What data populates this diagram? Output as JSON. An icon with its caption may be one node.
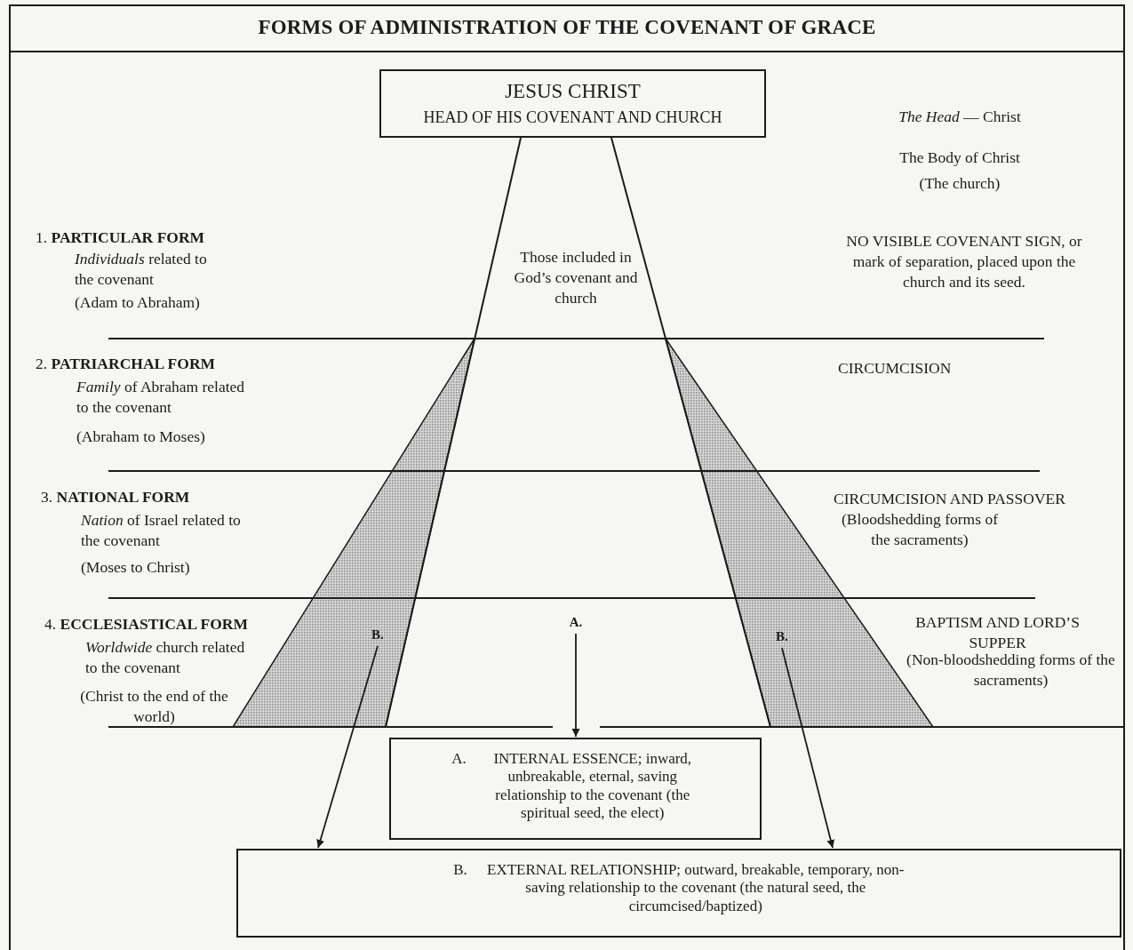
{
  "diagram": {
    "title": "FORMS OF ADMINISTRATION OF THE COVENANT OF GRACE",
    "nodes": [
      {
        "text": [
          "JESUS CHRIST",
          "HEAD OF HIS COVENANT AND CHURCH"
        ]
      },
      {
        "text": [
          "A."
        ]
      },
      {
        "text": [
          "B."
        ]
      },
      {
        "text": [
          "B."
        ]
      },
      {
        "text": [
          "A.",
          "INTERNAL ESSENCE; inward, unbreakable, eternal, saving relationship to the covenant (the spiritual seed, the elect)"
        ]
      },
      {
        "text": [
          "B.",
          "EXTERNAL RELATIONSHIP; outward, breakable, temporary, non-saving relationship to the covenant (the natural seed, the circumcised/baptized)"
        ]
      }
    ],
    "edges": [
      {
        "from": 1,
        "to": 4,
        "arrow": "to"
      },
      {
        "from": 2,
        "to": 5,
        "arrow": "to"
      },
      {
        "from": 3,
        "to": 5,
        "arrow": "to"
      }
    ],
    "labels": [
      "Those included in God’s covenant and church",
      "1. **PARTICULAR FORM**",
      "*Individuals* related to the covenant",
      "(Adam to Abraham)",
      "2. **PATRIARCHAL FORM**",
      "*Family* of Abraham related to the covenant",
      "(Abraham to Moses)",
      "3. **NATIONAL FORM**",
      "*Nation* of Israel related to the covenant",
      "(Moses to Christ)",
      "4. **ECCLESIASTICAL FORM**",
      "*Worldwide* church related to the covenant",
      "(Christ to the end of the world)",
      "*The Head* — Christ",
      "The Body of Christ",
      "(The church)",
      "NO VISIBLE COVENANT SIGN, or mark of separation, placed upon the church and its seed.",
      "CIRCUMCISION",
      "CIRCUMCISION AND PASSOVER",
      "(Bloodshedding forms of the sacraments)",
      "BAPTISM AND LORD’S SUPPER",
      "(Non-bloodshedding forms of the sacraments)"
    ]
  }
}
